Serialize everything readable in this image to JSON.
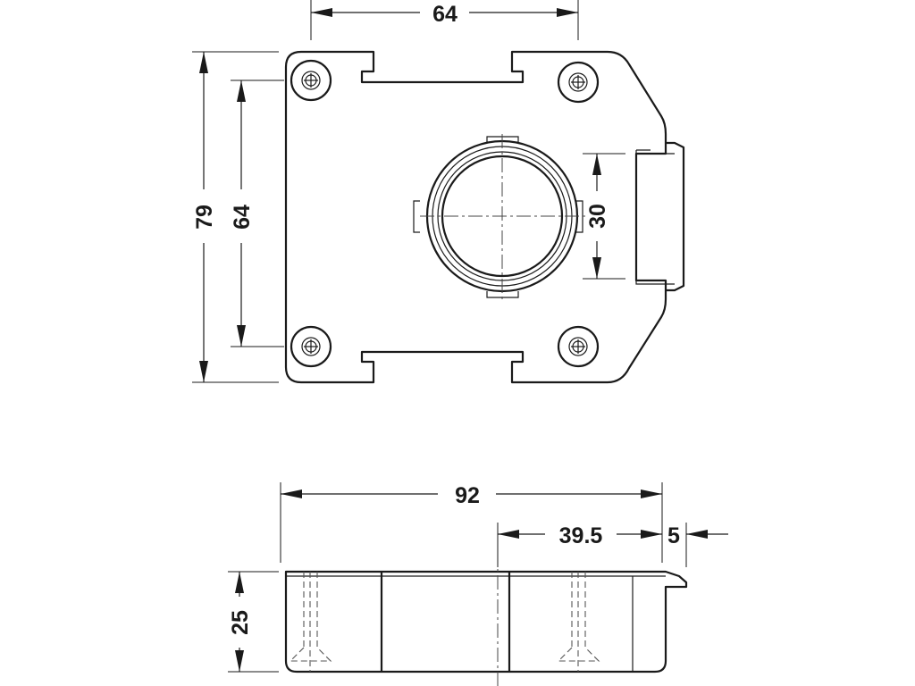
{
  "top_view": {
    "dim_width": "64",
    "dim_height_outer": "79",
    "dim_height_holes": "64",
    "dim_bore": "30"
  },
  "side_view": {
    "dim_length": "92",
    "dim_offset": "39.5",
    "dim_lip": "5",
    "dim_height": "25"
  }
}
